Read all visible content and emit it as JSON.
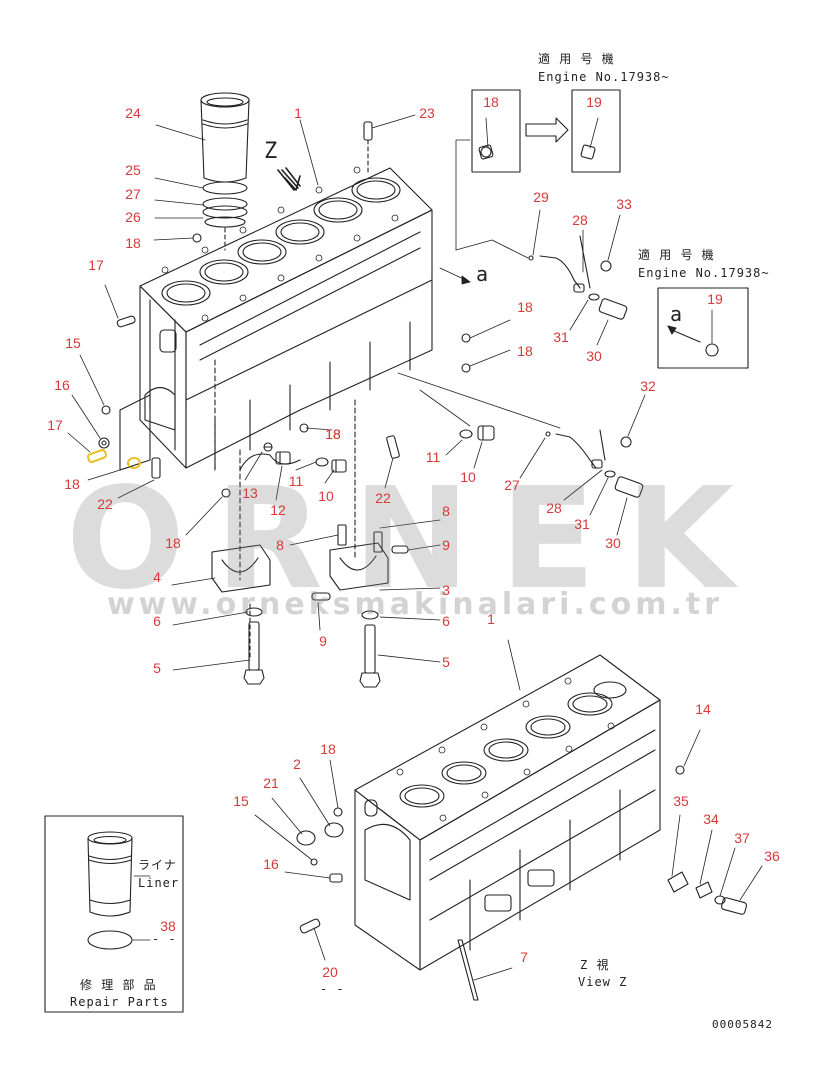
{
  "part_numbers": [
    {
      "id": "n24a",
      "text": "24"
    },
    {
      "id": "n1a",
      "text": "1"
    },
    {
      "id": "n23",
      "text": "23"
    },
    {
      "id": "n25",
      "text": "25"
    },
    {
      "id": "n27a",
      "text": "27"
    },
    {
      "id": "n26",
      "text": "26"
    },
    {
      "id": "n18a",
      "text": "18"
    },
    {
      "id": "n17a",
      "text": "17"
    },
    {
      "id": "n15a",
      "text": "15"
    },
    {
      "id": "n16a",
      "text": "16"
    },
    {
      "id": "n17b",
      "text": "17"
    },
    {
      "id": "n18b",
      "text": "18"
    },
    {
      "id": "n22a",
      "text": "22"
    },
    {
      "id": "n18c",
      "text": "18"
    },
    {
      "id": "n13",
      "text": "13"
    },
    {
      "id": "n11a",
      "text": "11"
    },
    {
      "id": "n10a",
      "text": "10"
    },
    {
      "id": "n12",
      "text": "12"
    },
    {
      "id": "n22b",
      "text": "22"
    },
    {
      "id": "n18d",
      "text": "18"
    },
    {
      "id": "n8a",
      "text": "8"
    },
    {
      "id": "n8b",
      "text": "8"
    },
    {
      "id": "n9a",
      "text": "9"
    },
    {
      "id": "n4",
      "text": "4"
    },
    {
      "id": "n3",
      "text": "3"
    },
    {
      "id": "n6a",
      "text": "6"
    },
    {
      "id": "n6b",
      "text": "6"
    },
    {
      "id": "n9b",
      "text": "9"
    },
    {
      "id": "n5a",
      "text": "5"
    },
    {
      "id": "n5b",
      "text": "5"
    },
    {
      "id": "n18e",
      "text": "18"
    },
    {
      "id": "n18f",
      "text": "18"
    },
    {
      "id": "n18g",
      "text": "18"
    },
    {
      "id": "n11b",
      "text": "11"
    },
    {
      "id": "n10b",
      "text": "10"
    },
    {
      "id": "n27b",
      "text": "27"
    },
    {
      "id": "n28a",
      "text": "28"
    },
    {
      "id": "n31a",
      "text": "31"
    },
    {
      "id": "n30a",
      "text": "30"
    },
    {
      "id": "n32",
      "text": "32"
    },
    {
      "id": "n29",
      "text": "29"
    },
    {
      "id": "n28b",
      "text": "28"
    },
    {
      "id": "n33",
      "text": "33"
    },
    {
      "id": "n31b",
      "text": "31"
    },
    {
      "id": "n30b",
      "text": "30"
    },
    {
      "id": "n18h",
      "text": "18"
    },
    {
      "id": "n19a",
      "text": "19"
    },
    {
      "id": "n19b",
      "text": "19"
    },
    {
      "id": "n1b",
      "text": "1"
    },
    {
      "id": "n14",
      "text": "14"
    },
    {
      "id": "n18i",
      "text": "18"
    },
    {
      "id": "n2",
      "text": "2"
    },
    {
      "id": "n21",
      "text": "21"
    },
    {
      "id": "n15b",
      "text": "15"
    },
    {
      "id": "n16b",
      "text": "16"
    },
    {
      "id": "n35",
      "text": "35"
    },
    {
      "id": "n34",
      "text": "34"
    },
    {
      "id": "n37",
      "text": "37"
    },
    {
      "id": "n36",
      "text": "36"
    },
    {
      "id": "n20",
      "text": "20"
    },
    {
      "id": "n7",
      "text": "7"
    },
    {
      "id": "n38",
      "text": "38"
    }
  ],
  "captions": {
    "applicable_top_jp": "適 用 号 機",
    "engine_no_top": "Engine No.17938~",
    "applicable_right_jp": "適 用 号 機",
    "engine_no_right": "Engine No.17938~",
    "liner_jp": "ライナ",
    "liner_en": "Liner",
    "repair_jp": "修 理 部 品",
    "repair_en": "Repair Parts",
    "view_jp": "Z  視",
    "view_en": "View Z",
    "drawing_no": "00005842",
    "view_letter_z": "Z",
    "view_letter_a_main": "a",
    "view_letter_a_box": "a",
    "dash_20": "- -",
    "dash_38": "- -"
  },
  "watermark": {
    "brand": "ORNEK",
    "url": "www.orneksmakinalari.com.tr"
  },
  "colors": {
    "part_number": "#d63a3a",
    "line": "#222222",
    "watermark": "#8a8a8a",
    "highlight": "#e8c020"
  }
}
